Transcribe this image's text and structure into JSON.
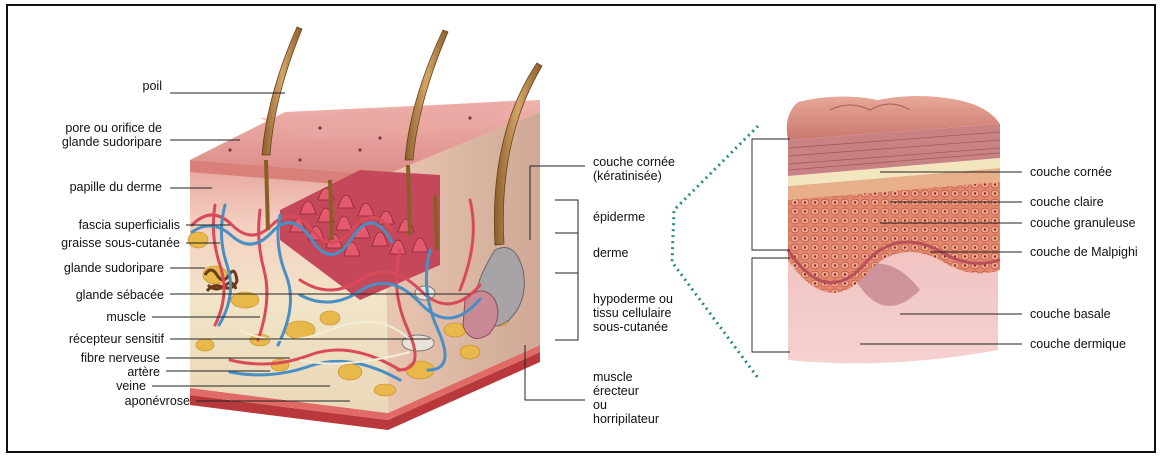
{
  "left_labels": {
    "poil": "poil",
    "pore1": "pore ou orifice de",
    "pore2": "glande sudoripare",
    "papille": "papille du derme",
    "fascia": "fascia superficialis",
    "graisse": "graisse sous-cutanée",
    "glande_sudo": "glande sudoripare",
    "glande_seb": "glande sébacée",
    "muscle": "muscle",
    "recepteur": "récepteur  sensitif",
    "fibre": "fibre nerveuse",
    "artere": "artère",
    "veine": "veine",
    "aponevrose": "aponévrose"
  },
  "middle_labels": {
    "cornee1": "couche cornée",
    "cornee2": "(kératinisée)",
    "epiderme": "épiderme",
    "derme": "derme",
    "hypo1": "hypoderme ou",
    "hypo2": "tissu cellulaire",
    "hypo3": "sous-cutanée",
    "muscle1": "muscle",
    "muscle2": "érecteur",
    "muscle3": "ou",
    "muscle4": "horripilateur"
  },
  "right_labels": {
    "cornee": "couche cornée",
    "claire": "couche claire",
    "granuleuse": "couche granuleuse",
    "malpighi": "couche de Malpighi",
    "basale": "couche basale",
    "dermique": "couche dermique"
  },
  "colors": {
    "skin_top": "#e9a3a0",
    "epidermis": "#d97c7c",
    "dermis": "#f1c6b9",
    "hypodermis": "#efe3c6",
    "fat": "#e8b94a",
    "hair": "#b98a4a",
    "artery": "#d84a5a",
    "vein": "#4a8fc4",
    "dotted_line": "#2a8a8a"
  }
}
